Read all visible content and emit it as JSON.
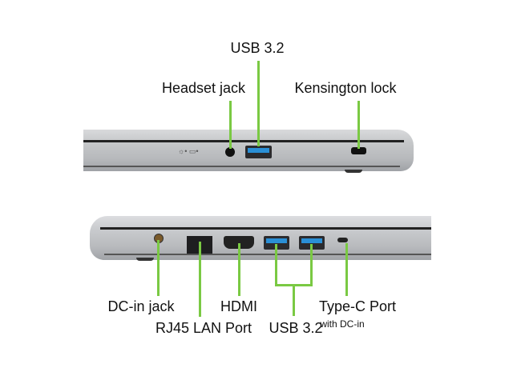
{
  "top_view": {
    "labels": {
      "usb": "USB 3.2",
      "headset": "Headset jack",
      "kensington": "Kensington lock"
    }
  },
  "bottom_view": {
    "labels": {
      "dc_in": "DC-in jack",
      "rj45": "RJ45 LAN Port",
      "hdmi": "HDMI",
      "usb": "USB 3.2",
      "type_c": "Type-C Port",
      "type_c_sub": "with DC-in"
    }
  },
  "colors": {
    "callout": "#7ac943",
    "usb_port": "#2a8fd6"
  }
}
